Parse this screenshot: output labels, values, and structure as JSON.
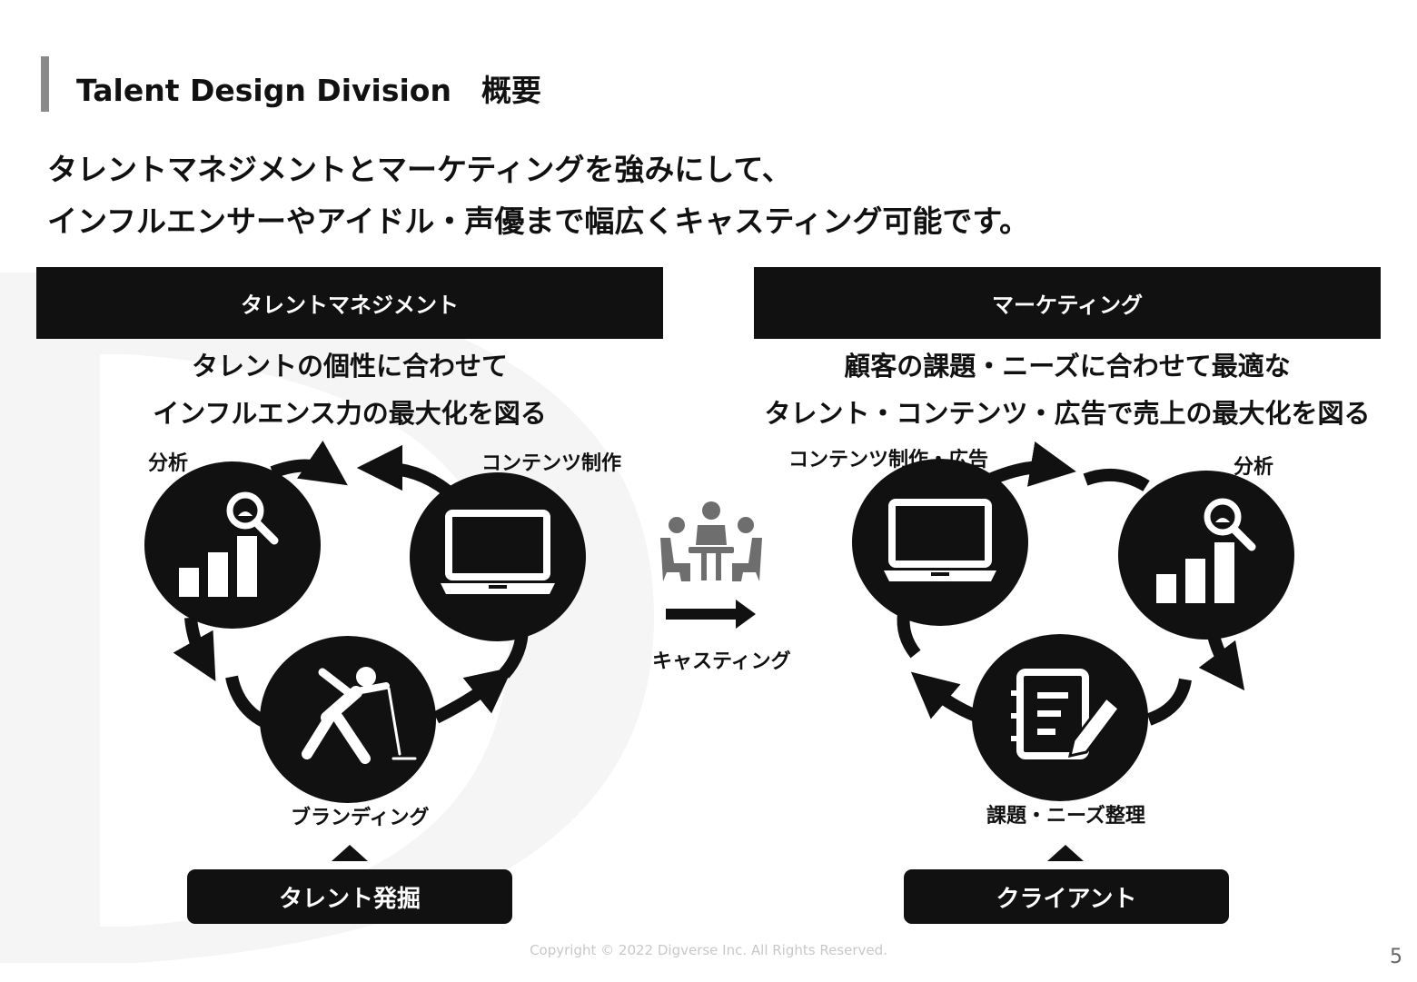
{
  "page": {
    "title": "Talent Design Division　概要",
    "headline_line1": "タレントマネジメントとマーケティングを強みにして、",
    "headline_line2": "インフルエンサーやアイドル・声優まで幅広くキャスティング可能です。",
    "copyright": "Copyright © 2022 Digverse Inc.  All Rights  Reserved.",
    "page_number": "5"
  },
  "left_panel": {
    "header": "タレントマネジメント",
    "subhead_line1": "タレントの個性に合わせて",
    "subhead_line2": "インフルエンス力の最大化を図る",
    "label_analysis": "分析",
    "label_content": "コンテンツ制作",
    "label_branding": "ブランディング",
    "source_button": "タレント発掘"
  },
  "center": {
    "casting_label": "キャスティング"
  },
  "right_panel": {
    "header": "マーケティング",
    "subhead_line1": "顧客の課題・ニーズに合わせて最適な",
    "subhead_line2": "タレント・コンテンツ・広告で売上の最大化を図る",
    "label_content": "コンテンツ制作・広告",
    "label_analysis": "分析",
    "label_needs": "課題・ニーズ整理",
    "source_button": "クライアント"
  },
  "colors": {
    "primary": "#111111",
    "accent_bar": "#8a8a8a",
    "watermark": "#f3f3f3",
    "icon_gray": "#6e6e6e"
  }
}
